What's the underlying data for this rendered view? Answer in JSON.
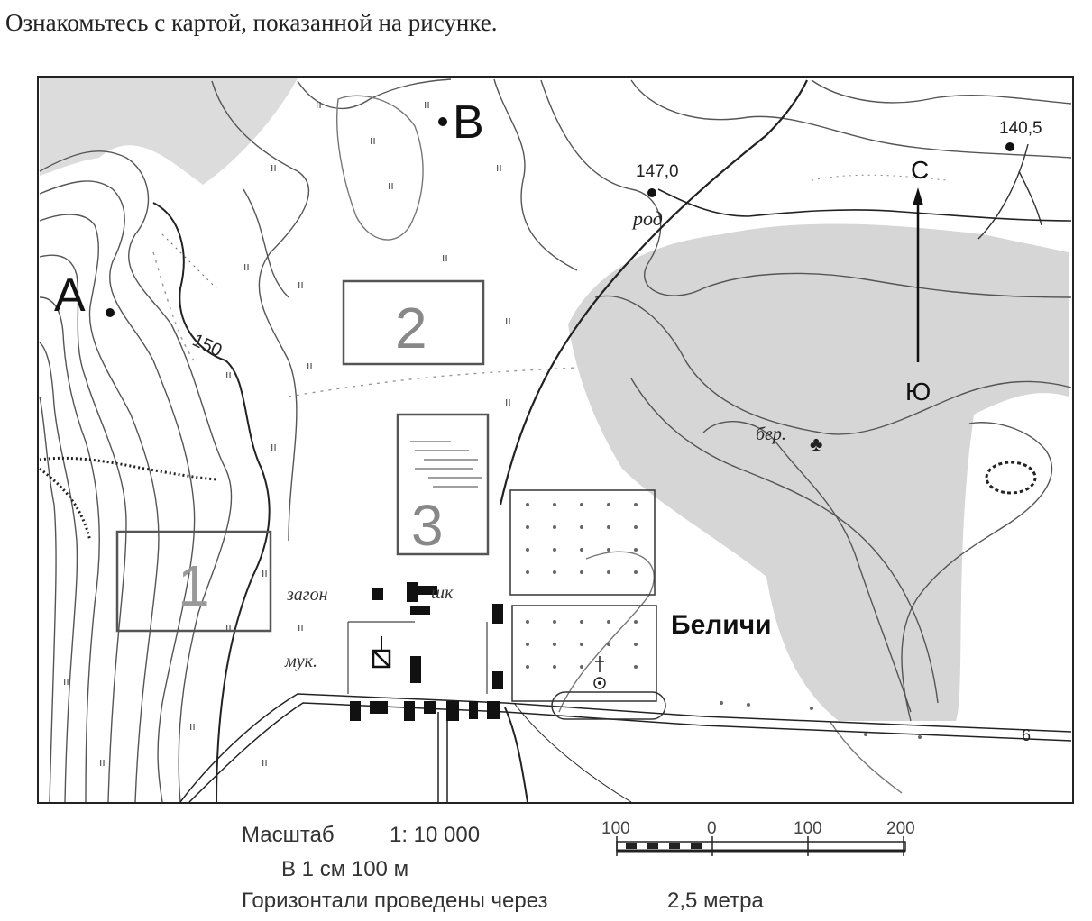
{
  "intro_text": "Ознакомьтесь с картой, показанной на рисунке.",
  "points": {
    "A": "А",
    "B": "В"
  },
  "areas": {
    "area1": "1",
    "area2": "2",
    "area3": "3"
  },
  "elevations": {
    "e147": "147,0",
    "e140": "140,5",
    "contour150": "150"
  },
  "map_labels": {
    "spring": "род",
    "birch": "бер.",
    "pen": "загон",
    "mill": "мук.",
    "school": "шк",
    "village": "Беличи",
    "road_number": "6"
  },
  "compass": {
    "north": "С",
    "south": "Ю"
  },
  "legend": {
    "scale_label": "Масштаб",
    "scale_value": "1: 10 000",
    "per_cm": "В 1 см 100 м",
    "contours": "Горизонтали проведены через",
    "contour_interval": "2,5 метра"
  },
  "scale_bar": {
    "ticks": [
      "100",
      "0",
      "100",
      "200"
    ]
  },
  "colors": {
    "forest": "#d3d3d3",
    "ink": "#1a1a1a",
    "contour": "#555555"
  }
}
